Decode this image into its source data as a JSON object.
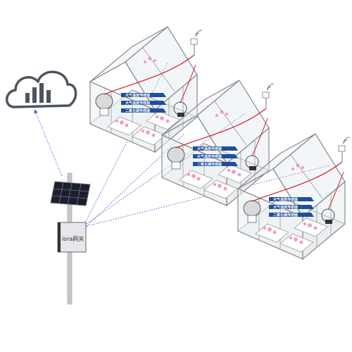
{
  "gateway": {
    "label": "lora网关"
  },
  "greenhouses": [
    {
      "sensors": [
        "大气温度传感器",
        "大气温度传感器",
        "二氧化碳传感器"
      ]
    },
    {
      "sensors": [
        "大气温度传感器",
        "大气温度传感器",
        "二氧化碳传感器"
      ]
    },
    {
      "sensors": [
        "大气温度传感器",
        "大气温度传感器",
        "二氧化碳传感器"
      ]
    }
  ],
  "icons": {
    "cloud": "cloud-bar-chart-icon",
    "solar": "solar-panel-icon",
    "wifi": "wireless-signal-icon"
  },
  "colors": {
    "frame": "#8a8a8a",
    "sensor_label": "#1e4f9c",
    "cable": "#d0202a",
    "link": "#6a5acd",
    "cloud": "#4a5560",
    "plants": "#f08fb6"
  }
}
